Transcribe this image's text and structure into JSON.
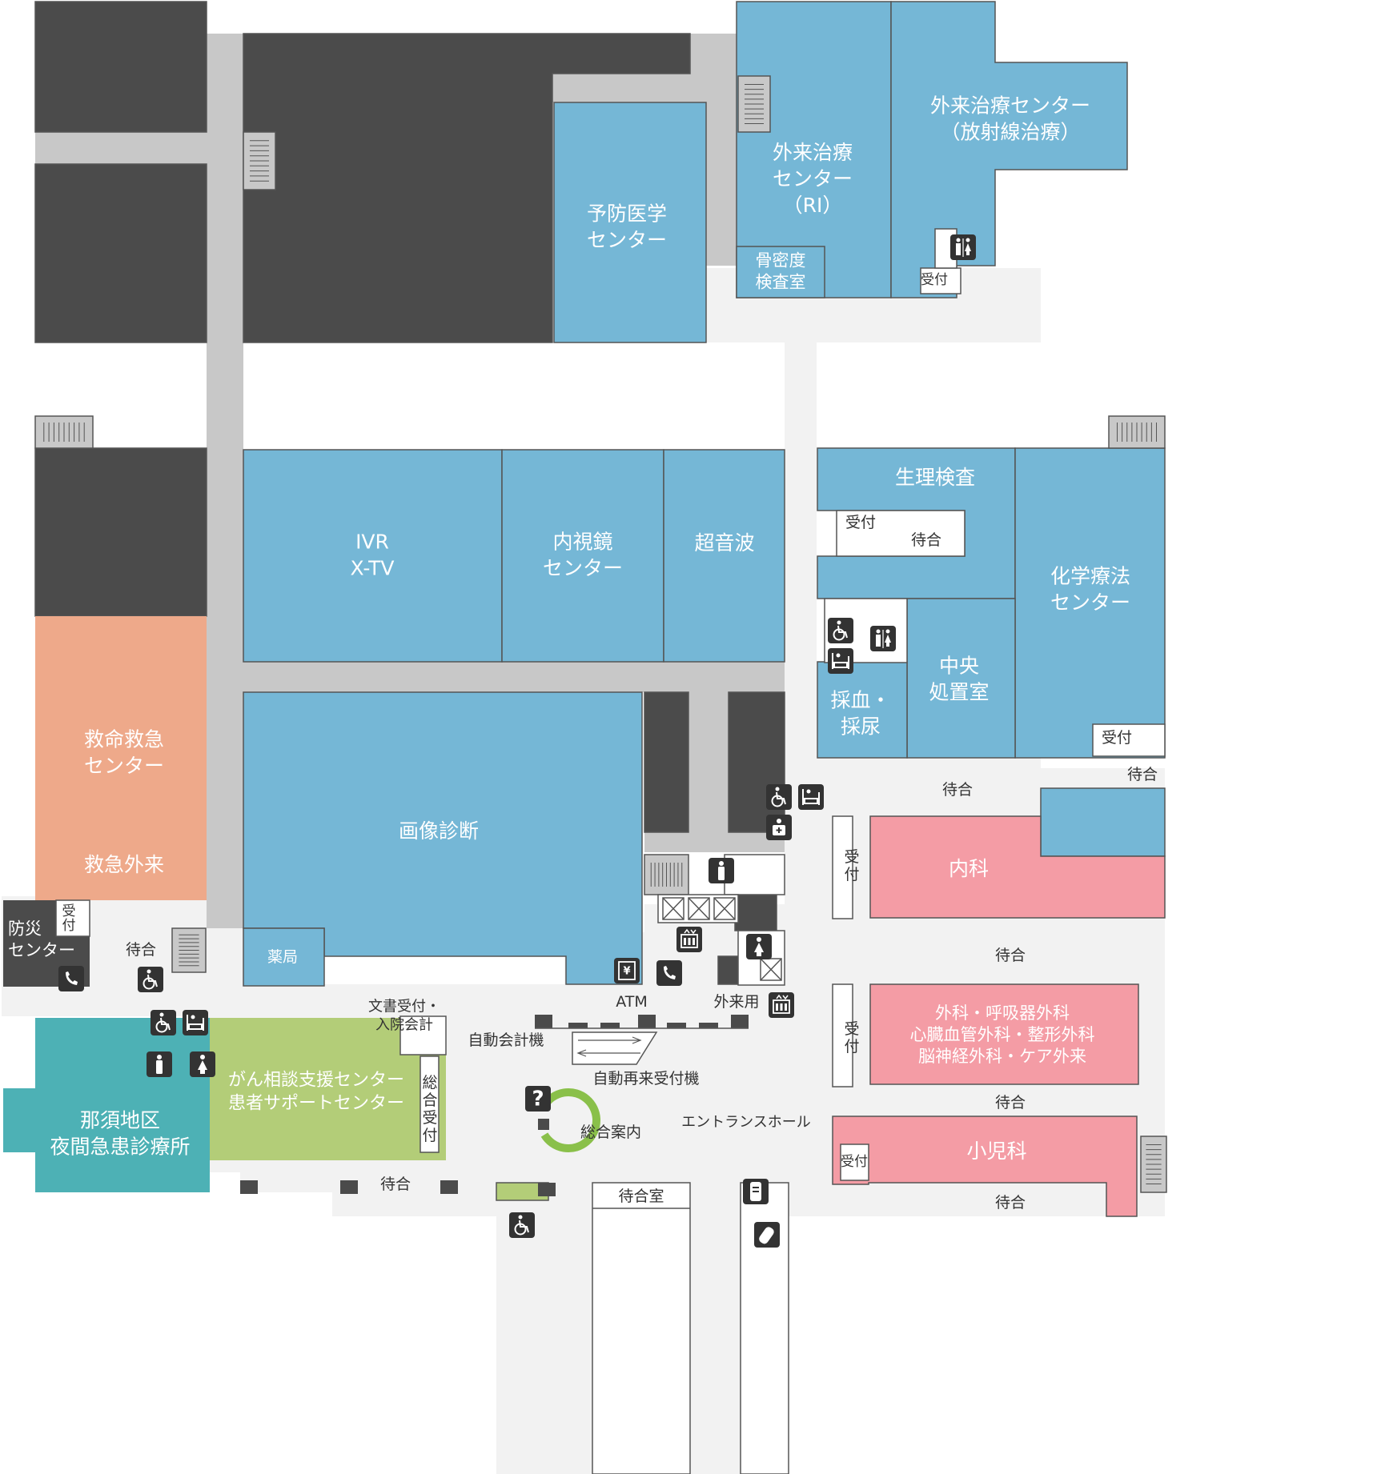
{
  "colors": {
    "dark": "#4b4b4b",
    "corridor": "#c8c8c8",
    "hall": "#f2f2f2",
    "blue": "#75b7d6",
    "salmon": "#eea98a",
    "pink": "#f49ca5",
    "teal": "#4db1b5",
    "lime": "#b3cd78",
    "white": "#ffffff",
    "line": "#555555",
    "icon": "#333333"
  },
  "rooms": {
    "yobo": [
      "予防医学",
      "センター"
    ],
    "ri": [
      "外来治療",
      "センター",
      "（RI）"
    ],
    "kotsumitsudo": [
      "骨密度",
      "検査室"
    ],
    "radiation": [
      "外来治療センター",
      "（放射線治療）"
    ],
    "ivr": [
      "IVR",
      "X-TV"
    ],
    "naishikyo": [
      "内視鏡",
      "センター"
    ],
    "choonpa": "超音波",
    "seiri": "生理検査",
    "kagaku": [
      "化学療法",
      "センター"
    ],
    "chuo": [
      "中央",
      "処置室"
    ],
    "saiketsu": [
      "採血・",
      "採尿"
    ],
    "kyumei": [
      "救命救急",
      "センター"
    ],
    "kyukyu_gairai": "救急外来",
    "gazo": "画像診断",
    "yakkyoku": "薬局",
    "naika": "内科",
    "geka": [
      "外科・呼吸器外科",
      "心臓血管外科・整形外科",
      "脳神経外科・ケア外来"
    ],
    "shonika": "小児科",
    "bosai": [
      "防災",
      "センター"
    ],
    "nasu": [
      "那須地区",
      "夜間急患診療所"
    ],
    "gan": [
      "がん相談支援センター",
      "患者サポートセンター"
    ],
    "sogo_uketsuke": [
      "総",
      "合",
      "受",
      "付"
    ],
    "machiaishitsu": "待合室"
  },
  "labels": {
    "uketsuke": "受付",
    "uketsuke_v": [
      "受",
      "付"
    ],
    "machiai": "待合",
    "bunsho": [
      "文書受付・",
      "入院会計"
    ],
    "jido_kaikei": "自動会計機",
    "jido_sairai": "自動再来受付機",
    "atm": "ATM",
    "gairaiyo": "外来用",
    "sogo_annai": "総合案内",
    "entrance": "エントランスホール"
  }
}
